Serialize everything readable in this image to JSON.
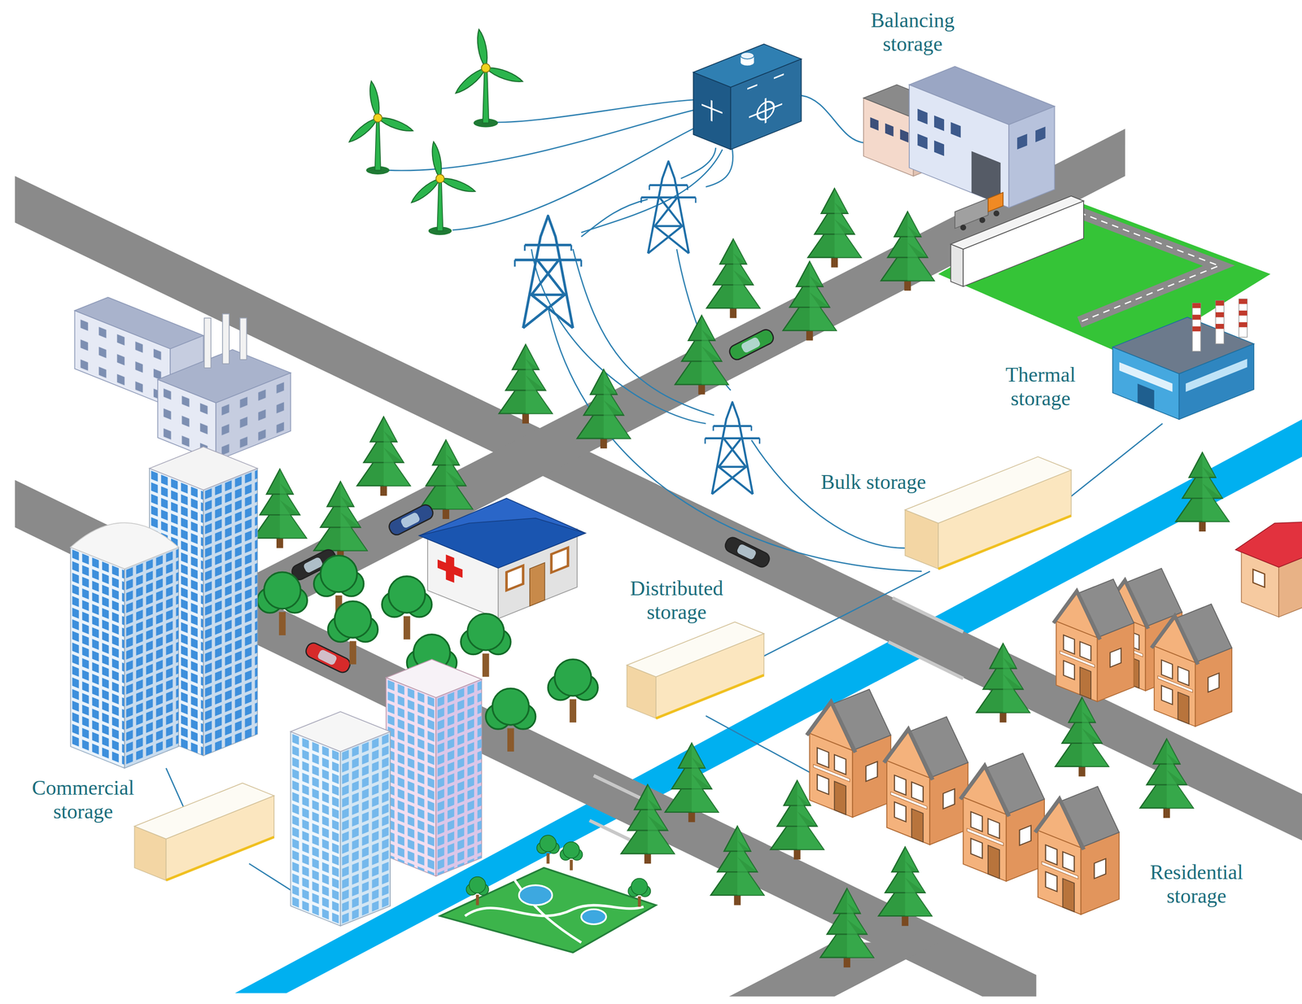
{
  "diagram": {
    "labels": [
      "Balancing storage",
      "Thermal storage",
      "Bulk storage",
      "Distributed storage",
      "Commercial storage",
      "Residential storage"
    ]
  }
}
